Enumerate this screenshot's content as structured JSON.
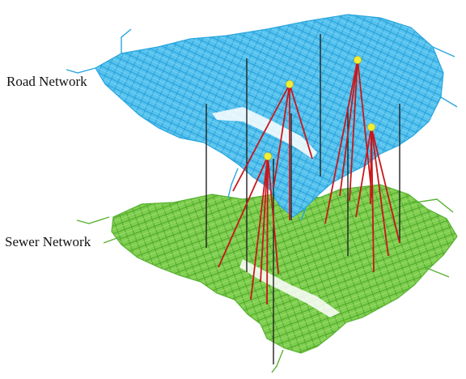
{
  "labels": {
    "road_network": "Road Network",
    "sewer_network": "Sewer Network"
  },
  "colors": {
    "road": "#37b4e8",
    "road_dark": "#1f8fcf",
    "sewer": "#6cc33c",
    "sewer_dark": "#4aa325",
    "vertical_link": "#222222",
    "projection": "#c8171c",
    "node": "#f2ee36"
  },
  "icons": {
    "node": "yellow-circle-node",
    "link": "connector-line"
  }
}
